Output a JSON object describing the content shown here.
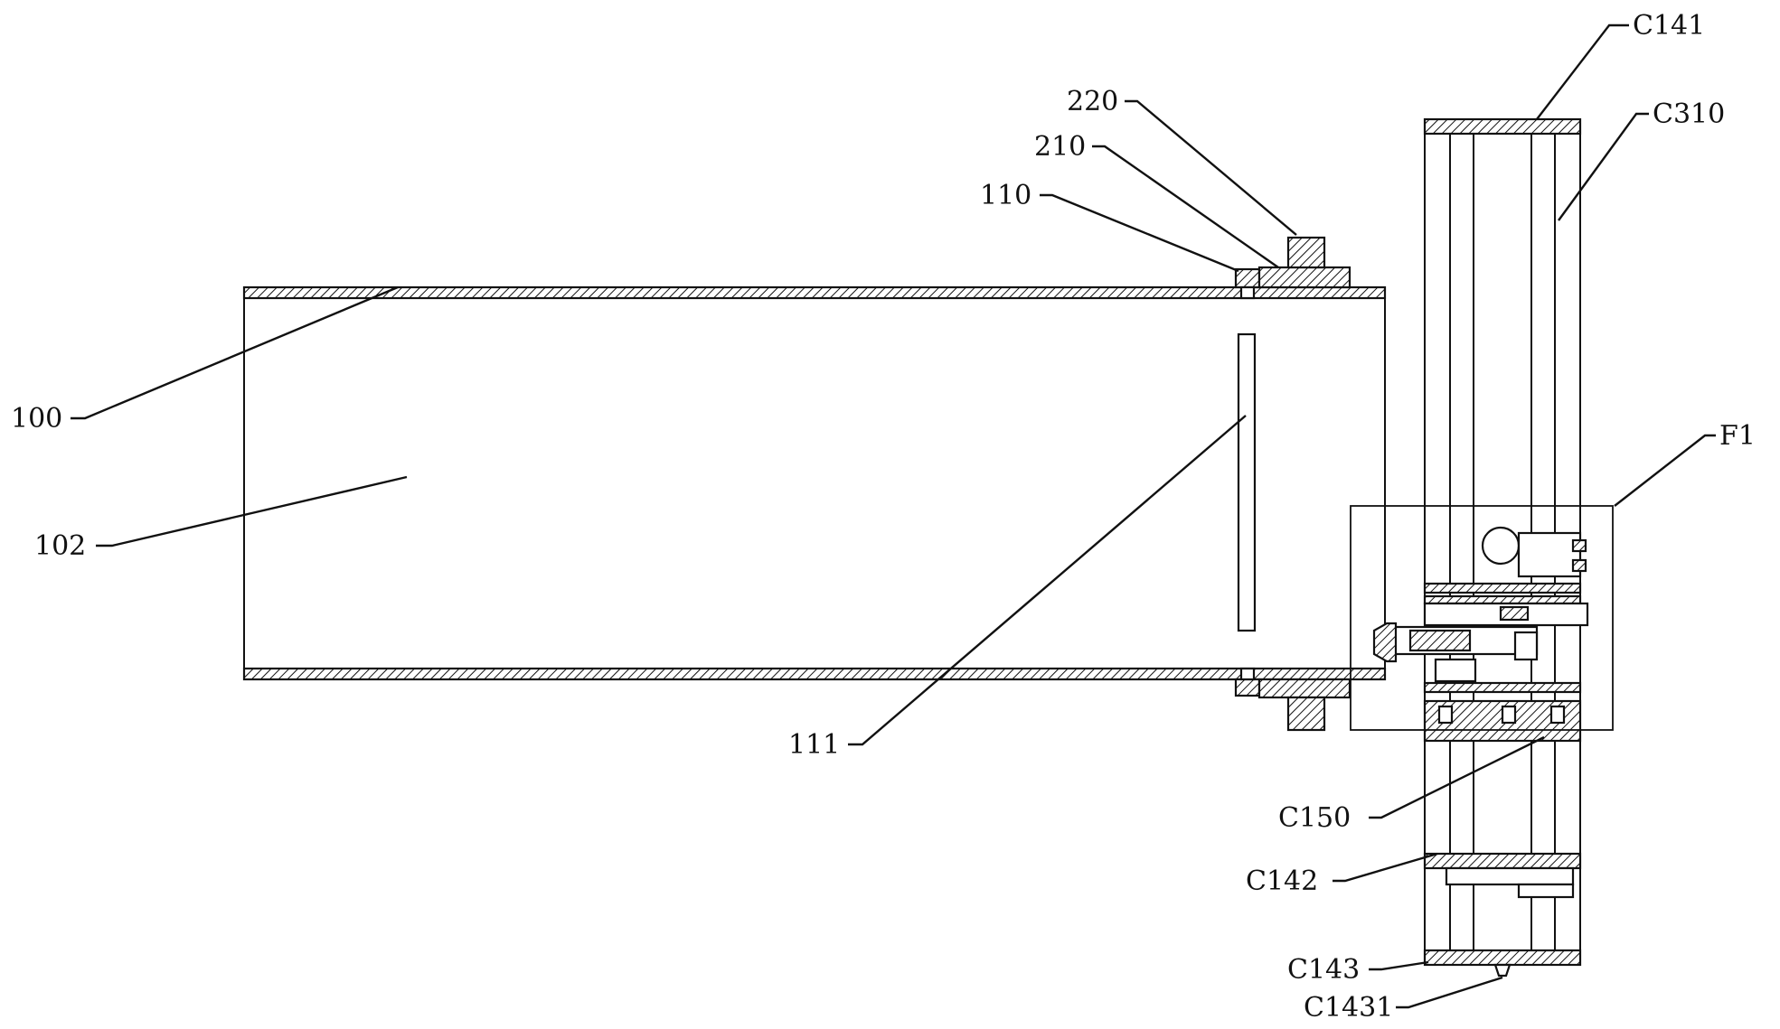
{
  "labels": {
    "c141": "C141",
    "c310": "C310",
    "l220": "220",
    "l210": "210",
    "l110": "110",
    "l100": "100",
    "l102": "102",
    "f1": "F1",
    "l111": "111",
    "c150": "C150",
    "c142": "C142",
    "c143": "C143",
    "c1431": "C1431"
  }
}
